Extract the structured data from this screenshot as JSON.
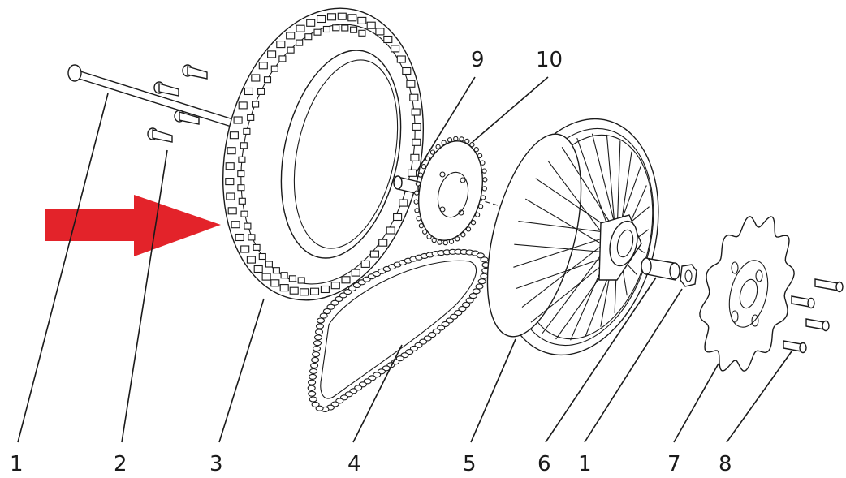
{
  "diagram": {
    "type": "exploded-parts-view",
    "highlight_color": "#e3232a",
    "line_color": "#1a1a1a",
    "callouts": [
      {
        "id": "c1a",
        "label": "1",
        "part": "axle"
      },
      {
        "id": "c2",
        "label": "2",
        "part": "bolt"
      },
      {
        "id": "c3",
        "label": "3",
        "part": "tire"
      },
      {
        "id": "c4",
        "label": "4",
        "part": "chain"
      },
      {
        "id": "c5",
        "label": "5",
        "part": "wheel-rim"
      },
      {
        "id": "c6",
        "label": "6",
        "part": "spacer"
      },
      {
        "id": "c1b",
        "label": "1",
        "part": "axle-nut"
      },
      {
        "id": "c7",
        "label": "7",
        "part": "brake-disc"
      },
      {
        "id": "c8",
        "label": "8",
        "part": "disc-bolts"
      },
      {
        "id": "c9",
        "label": "9",
        "part": "sprocket-spacer"
      },
      {
        "id": "c10",
        "label": "10",
        "part": "sprocket"
      }
    ],
    "arrow": {
      "points_to": "tire",
      "color": "#e3232a"
    }
  }
}
